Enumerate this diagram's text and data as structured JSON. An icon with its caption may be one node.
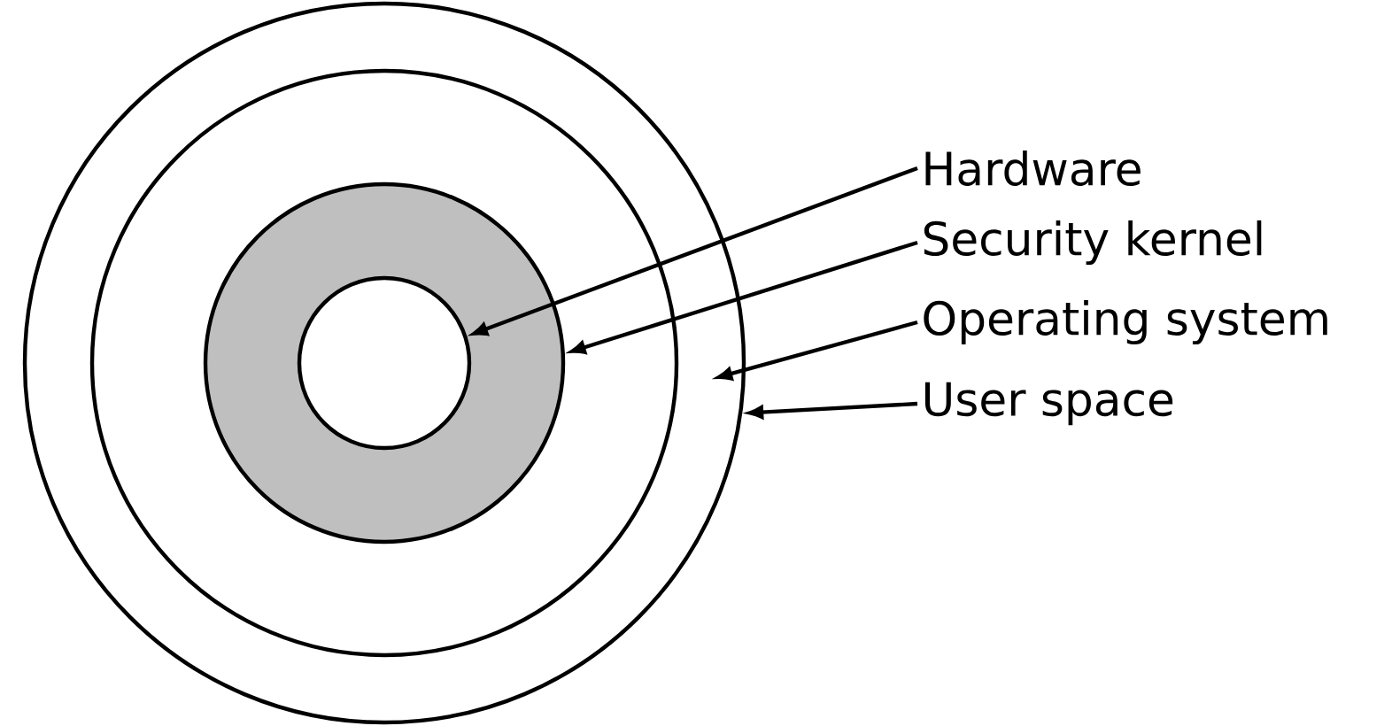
{
  "diagram": {
    "nodes": [
      {
        "text": [],
        "shape": "circle"
      },
      {
        "text": [],
        "shape": "circle",
        "in": 0
      },
      {
        "text": [],
        "shape": "circle",
        "in": 1
      },
      {
        "text": [],
        "shape": "circle",
        "in": 2
      },
      {
        "text": [
          "Hardware"
        ]
      },
      {
        "text": [
          "Security kernel"
        ]
      },
      {
        "text": [
          "Operating system"
        ]
      },
      {
        "text": [
          "User space"
        ]
      }
    ],
    "edges": [
      {
        "from": 4,
        "to": 3,
        "arrow": "to"
      },
      {
        "from": 5,
        "to": 2,
        "arrow": "to"
      },
      {
        "from": 6,
        "to": 1,
        "arrow": "to"
      },
      {
        "from": 7,
        "to": 0,
        "arrow": "to"
      }
    ]
  }
}
